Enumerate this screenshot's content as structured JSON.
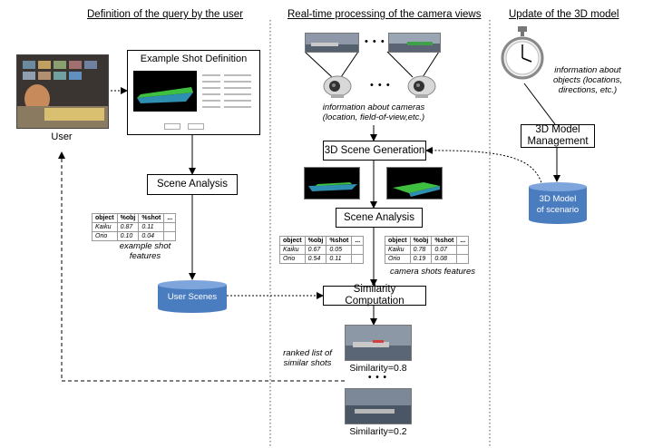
{
  "headers": {
    "left": "Definition of the query by the user",
    "middle": "Real-time processing of the camera views",
    "right": "Update of the 3D model"
  },
  "user": {
    "label": "User"
  },
  "example_shot": {
    "title": "Example Shot Definition"
  },
  "boxes": {
    "scene_analysis_left": "Scene Analysis",
    "scene_generation": "3D Scene Generation",
    "scene_analysis_mid": "Scene Analysis",
    "similarity_computation": "Similarity Computation",
    "model_management_line1": "3D Model",
    "model_management_line2": "Management"
  },
  "cylinders": {
    "user_scenes": "User Scenes",
    "model_line1": "3D Model",
    "model_line2": "of scenario"
  },
  "notes": {
    "cameras_line1": "information about cameras",
    "cameras_line2": "(location, field-of-view,etc.)",
    "objects_line1": "information about",
    "objects_line2": "objects (locations,",
    "objects_line3": "directions, etc.)",
    "example_features_line1": "example shot",
    "example_features_line2": "features",
    "camera_features": "camera shots features",
    "ranked_line1": "ranked list of",
    "ranked_line2": "similar shots"
  },
  "ellipses": {
    "cams_top": "• • •",
    "cams_bottom": "• • •",
    "results": "• • •"
  },
  "results": {
    "first": "Similarity=0.8",
    "second": "Similarity=0.2"
  },
  "tables": {
    "example": {
      "header": [
        "object",
        "%obj",
        "%shot",
        "..."
      ],
      "rows": [
        [
          "Kaiku",
          "0.87",
          "0.11",
          ""
        ],
        [
          "Orio",
          "0.10",
          "0.04",
          ""
        ]
      ]
    },
    "camera1": {
      "header": [
        "object",
        "%obj",
        "%shot",
        "..."
      ],
      "rows": [
        [
          "Kaiku",
          "0.67",
          "0.05",
          ""
        ],
        [
          "Orio",
          "0.54",
          "0.11",
          ""
        ]
      ]
    },
    "camera2": {
      "header": [
        "object",
        "%obj",
        "%shot",
        "..."
      ],
      "rows": [
        [
          "Kaiku",
          "0.78",
          "0.07",
          ""
        ],
        [
          "Orio",
          "0.19",
          "0.08",
          ""
        ]
      ]
    }
  }
}
